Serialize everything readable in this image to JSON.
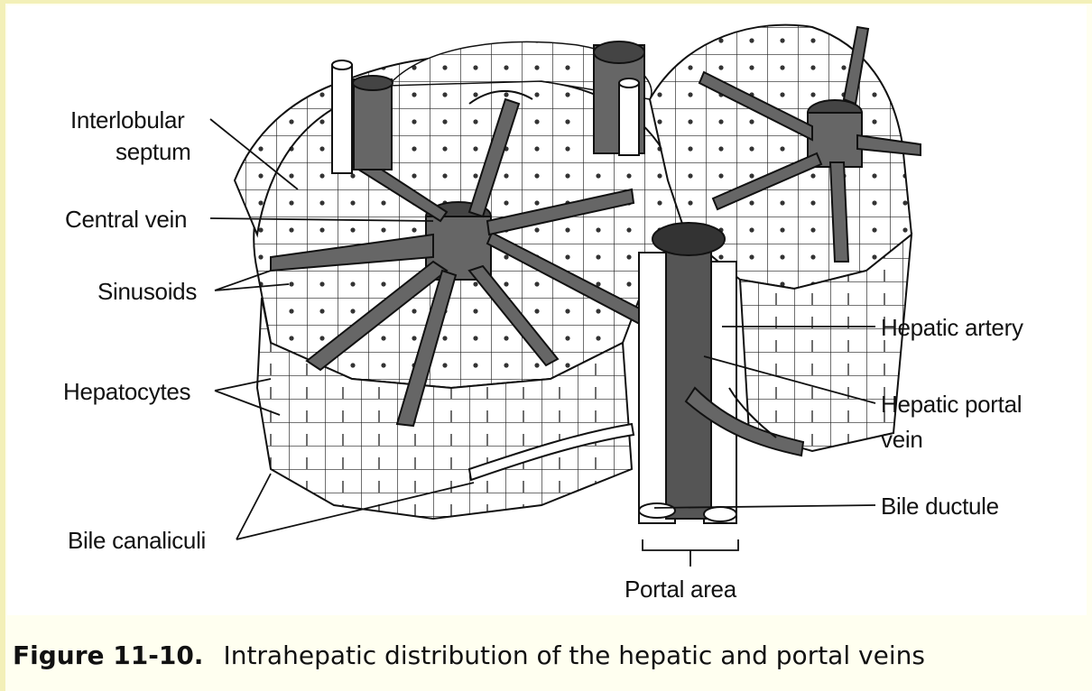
{
  "labels": {
    "interlobular_septum_line1": "Interlobular",
    "interlobular_septum_line2": "septum",
    "central_vein": "Central vein",
    "sinusoids": "Sinusoids",
    "hepatocytes": "Hepatocytes",
    "bile_canaliculi": "Bile canaliculi",
    "hepatic_artery": "Hepatic artery",
    "hepatic_portal_vein_line1": "Hepatic portal",
    "hepatic_portal_vein_line2": "vein",
    "bile_ductule": "Bile ductule",
    "portal_area": "Portal area"
  },
  "caption": {
    "figure_number": "Figure 11-10.",
    "text": "Intrahepatic distribution of the hepatic and portal veins"
  },
  "colors": {
    "background": "#fffff0",
    "vessel_fill": "#555555",
    "line": "#111111"
  }
}
